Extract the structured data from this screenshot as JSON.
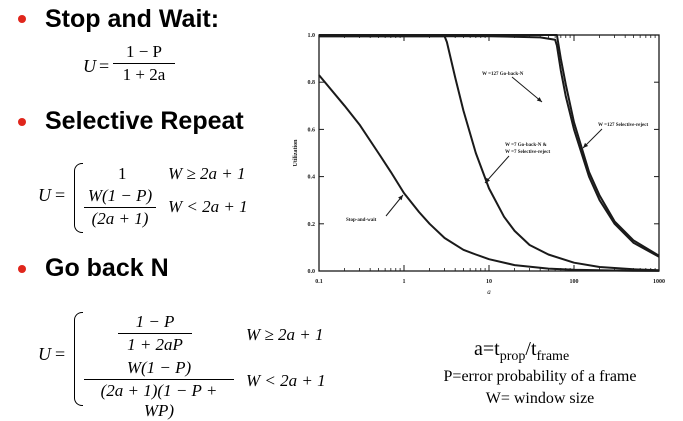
{
  "sections": {
    "stop_wait": {
      "title": "Stop and Wait:"
    },
    "selective_repeat": {
      "title": "Selective Repeat"
    },
    "go_back_n": {
      "title": "Go back N"
    }
  },
  "formulas": {
    "U": "U",
    "eq": "=",
    "sw_num": "1 − P",
    "sw_den": "1 + 2a",
    "sr_case1_val": "1",
    "sr_case1_cond": "W ≥ 2a + 1",
    "sr_case2_num": "W(1 − P)",
    "sr_case2_den": "(2a + 1)",
    "sr_case2_cond": "W < 2a + 1",
    "gbn_case1_num": "1 − P",
    "gbn_case1_den": "1 + 2aP",
    "gbn_case1_cond": "W ≥ 2a + 1",
    "gbn_case2_num": "W(1 − P)",
    "gbn_case2_den": "(2a + 1)(1 − P + WP)",
    "gbn_case2_cond": "W < 2a + 1"
  },
  "legend": {
    "a_def_left": "a=t",
    "a_def_sub1": "prop",
    "a_def_mid": "/t",
    "a_def_sub2": "frame",
    "p_def": "P=error probability of a frame",
    "w_def": "W= window size"
  },
  "chart_data": {
    "type": "line",
    "xscale": "log",
    "xlim": [
      0.1,
      1000
    ],
    "ylim": [
      0.0,
      1.0
    ],
    "xlabel": "a",
    "ylabel": "Utilization",
    "xticks": [
      "0.1",
      "1",
      "10",
      "100",
      "1000"
    ],
    "yticks": [
      "0.0",
      "0.2",
      "0.4",
      "0.6",
      "0.8",
      "1.0"
    ],
    "series": [
      {
        "label": "Stop-and-wait",
        "x": [
          0.1,
          0.2,
          0.3,
          0.5,
          0.7,
          1,
          1.5,
          2,
          3,
          5,
          7,
          10,
          20,
          50,
          100,
          200,
          500,
          1000
        ],
        "y": [
          0.83,
          0.7,
          0.62,
          0.5,
          0.42,
          0.33,
          0.25,
          0.2,
          0.14,
          0.09,
          0.07,
          0.05,
          0.025,
          0.01,
          0.005,
          0.003,
          0.001,
          0.0005
        ]
      },
      {
        "label": "W =7 Go-back-N & W =7 Selective-reject",
        "x": [
          0.1,
          1,
          2,
          3,
          3.2,
          4,
          5,
          7,
          10,
          15,
          20,
          30,
          50,
          100,
          200,
          500,
          1000
        ],
        "y": [
          0.995,
          0.995,
          0.995,
          0.995,
          0.97,
          0.82,
          0.68,
          0.5,
          0.35,
          0.23,
          0.17,
          0.11,
          0.07,
          0.035,
          0.017,
          0.007,
          0.0035
        ]
      },
      {
        "label": "W =127 Go-back-N",
        "x": [
          0.1,
          10,
          40,
          60,
          63,
          70,
          80,
          100,
          150,
          200,
          300,
          500,
          1000
        ],
        "y": [
          0.995,
          0.995,
          0.99,
          0.98,
          0.955,
          0.85,
          0.74,
          0.6,
          0.4,
          0.3,
          0.2,
          0.12,
          0.06
        ]
      },
      {
        "label": "W =127 Selective-reject",
        "x": [
          0.1,
          10,
          40,
          60,
          63,
          70,
          80,
          100,
          150,
          200,
          300,
          500,
          1000
        ],
        "y": [
          1.0,
          1.0,
          1.0,
          1.0,
          1.0,
          0.9,
          0.79,
          0.63,
          0.42,
          0.32,
          0.21,
          0.13,
          0.065
        ]
      }
    ],
    "annotations": [
      "W =127 Go-back-N",
      "W =127 Selective-reject",
      "W =7 Go-back-N &",
      "W =7 Selective-reject",
      "Stop-and-wait"
    ],
    "grid": false,
    "colors": {
      "line": "#1a1a1a",
      "bullet": "#e0261c"
    }
  }
}
